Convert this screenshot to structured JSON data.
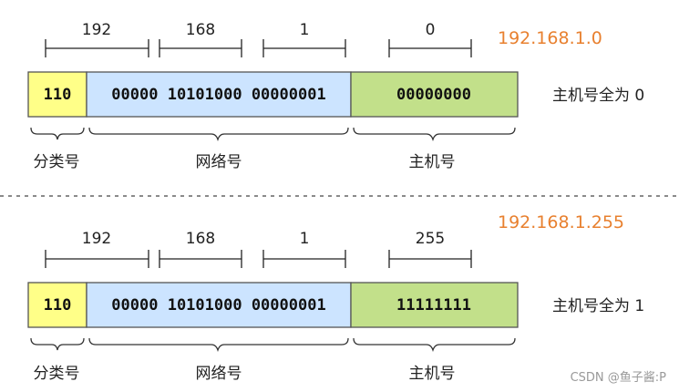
{
  "examples": [
    {
      "ip": "192.168.1.0",
      "octets": [
        "192",
        "168",
        "1",
        "0"
      ],
      "class_bits": "110",
      "net_bits": "00000 10101000 00000001",
      "host_bits": "00000000",
      "note": "主机号全为 0"
    },
    {
      "ip": "192.168.1.255",
      "octets": [
        "192",
        "168",
        "1",
        "255"
      ],
      "class_bits": "110",
      "net_bits": "00000 10101000 00000001",
      "host_bits": "11111111",
      "note": "主机号全为 1"
    }
  ],
  "labels": {
    "class": "分类号",
    "network": "网络号",
    "host": "主机号"
  },
  "colors": {
    "class_fill": "#ffff88",
    "net_fill": "#cce4ff",
    "host_fill": "#c2e08a",
    "ip_text": "#e8802f"
  },
  "watermark": "CSDN @鱼子酱:P"
}
